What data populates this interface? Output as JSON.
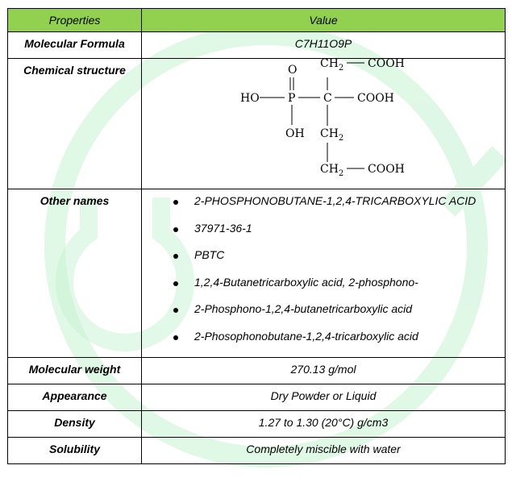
{
  "table": {
    "header": {
      "properties": "Properties",
      "value": "Value"
    },
    "molecular_formula": {
      "label": "Molecular Formula",
      "value": "C7H11O9P"
    },
    "chemical_structure": {
      "label": "Chemical structure",
      "atoms": {
        "o_top": "O",
        "ho": "HO",
        "p": "P",
        "oh": "OH",
        "c_center": "C",
        "cooh_right": "COOH",
        "ch2_top": "CH",
        "ch2_top_sub": "2",
        "cooh_top": "COOH",
        "ch2_mid": "CH",
        "ch2_mid_sub": "2",
        "ch2_bottom": "CH",
        "ch2_bottom_sub": "2",
        "cooh_bottom": "COOH"
      }
    },
    "other_names": {
      "label": "Other names",
      "items": [
        "2-PHOSPHONOBUTANE-1,2,4-TRICARBOXYLIC ACID",
        "37971-36-1",
        "PBTC",
        "1,2,4-Butanetricarboxylic acid, 2-phosphono-",
        "2-Phosphono-1,2,4-butanetricarboxylic acid",
        "2-Phosophonobutane-1,2,4-tricarboxylic acid"
      ]
    },
    "molecular_weight": {
      "label": "Molecular weight",
      "value": "270.13 g/mol"
    },
    "appearance": {
      "label": "Appearance",
      "value": "Dry Powder or Liquid"
    },
    "density": {
      "label": "Density",
      "value": "1.27 to 1.30  (20°C) g/cm3"
    },
    "solubility": {
      "label": "Solubility",
      "value": "Completely miscible with water"
    }
  },
  "colors": {
    "header_bg": "#92d050",
    "watermark": "#b9f0c8"
  }
}
